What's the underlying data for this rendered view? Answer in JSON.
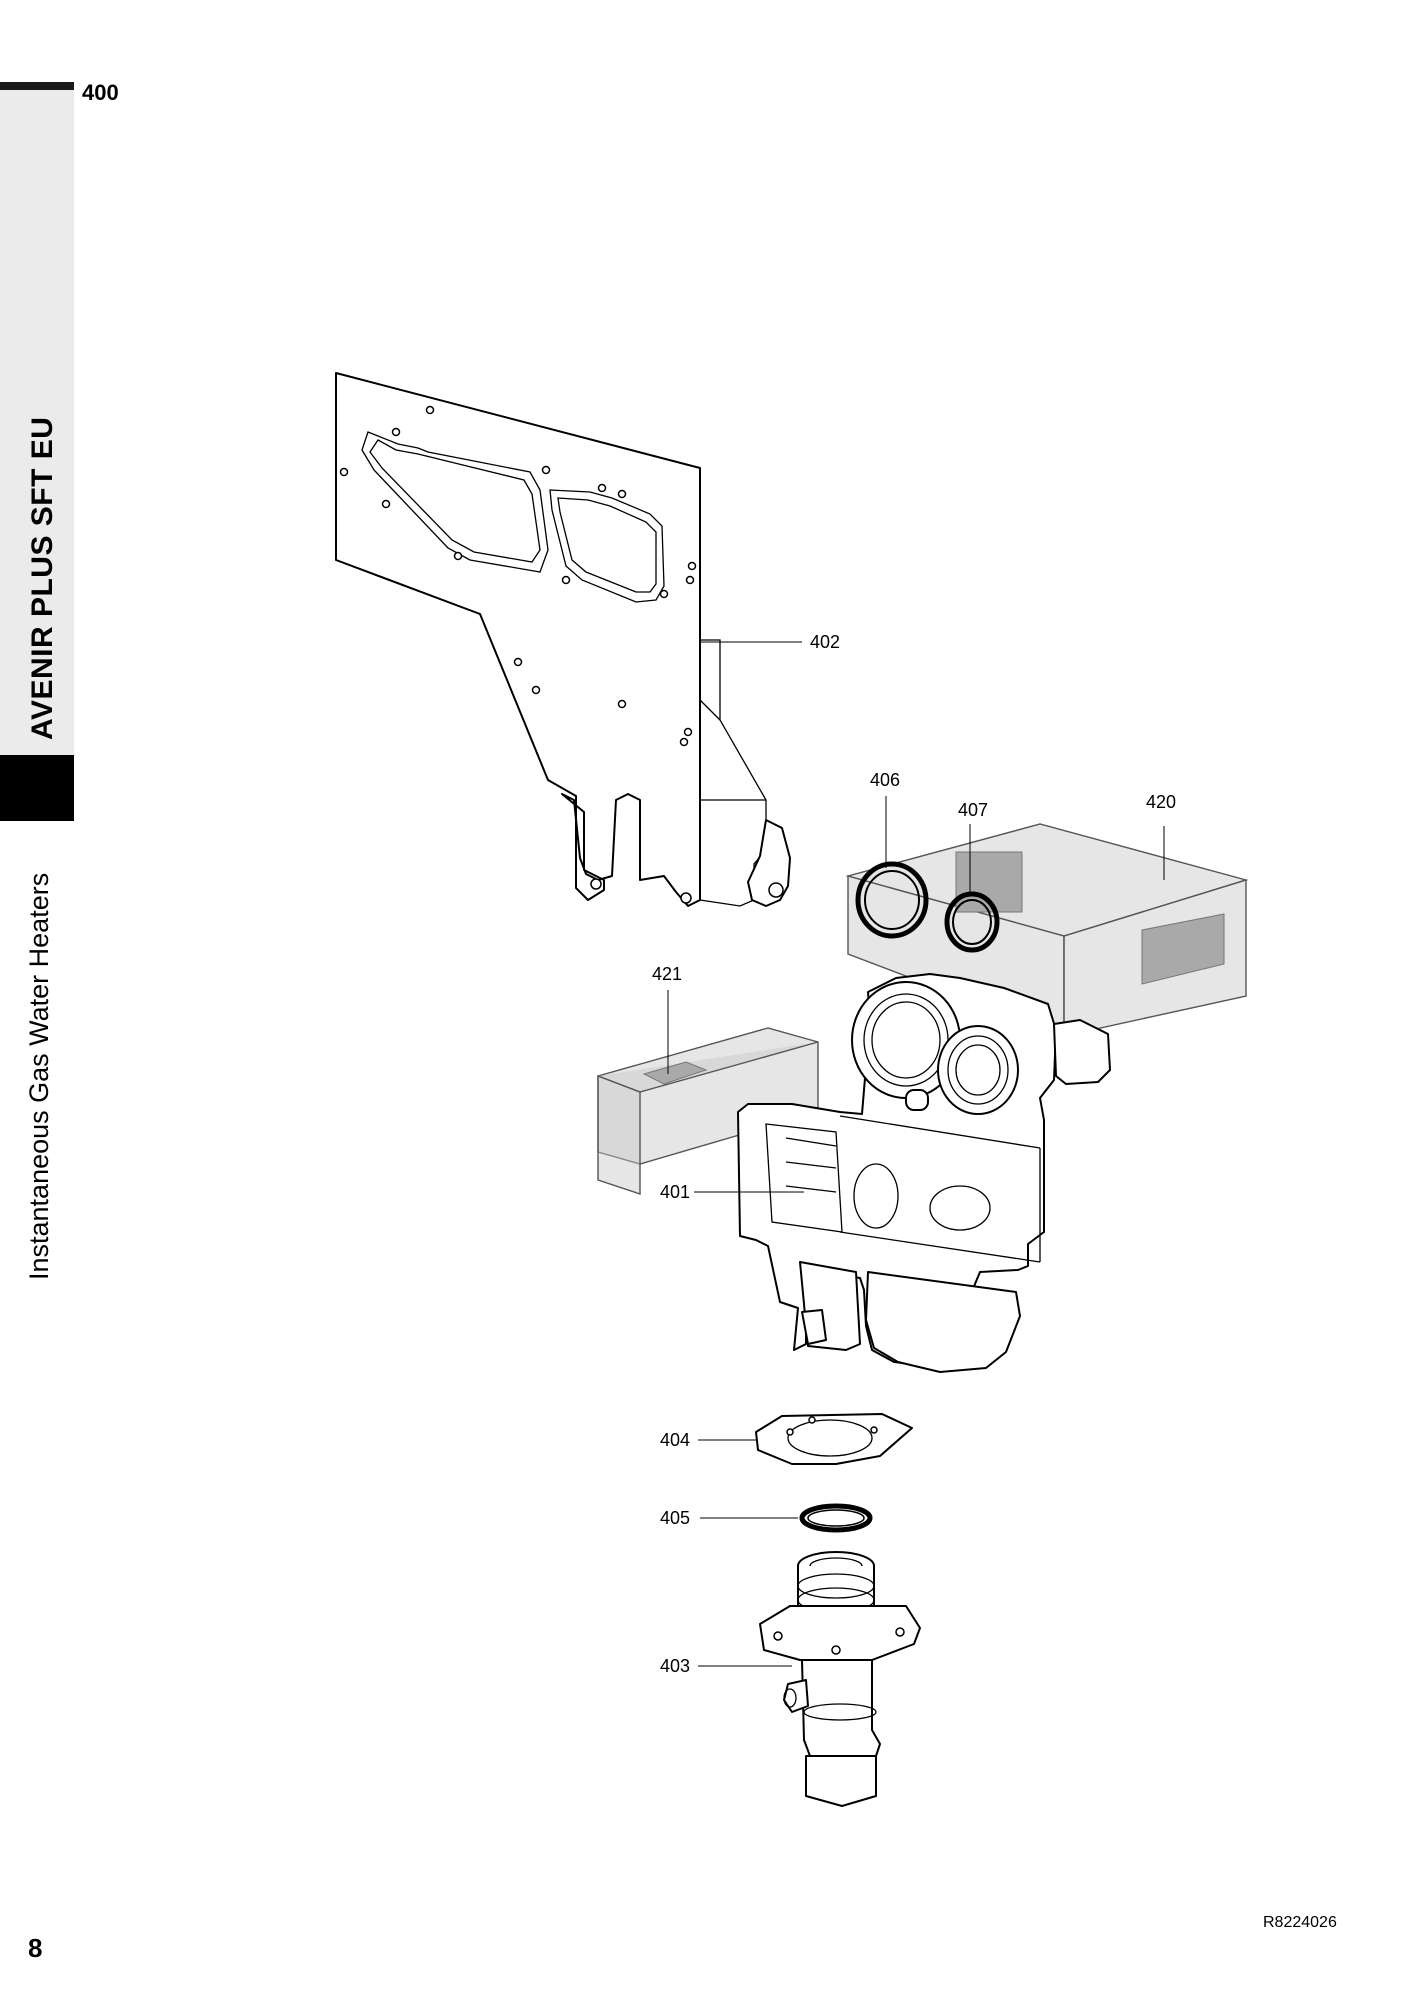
{
  "side_panel": {
    "model": "AVENIR PLUS SFT EU",
    "category": "Instantaneous Gas Water Heaters"
  },
  "section_number": "400",
  "page_number": "8",
  "drawing_ref": "R8224026",
  "callouts": {
    "c401": "401",
    "c402": "402",
    "c403": "403",
    "c404": "404",
    "c405": "405",
    "c406": "406",
    "c407": "407",
    "c420": "420",
    "c421": "421"
  }
}
